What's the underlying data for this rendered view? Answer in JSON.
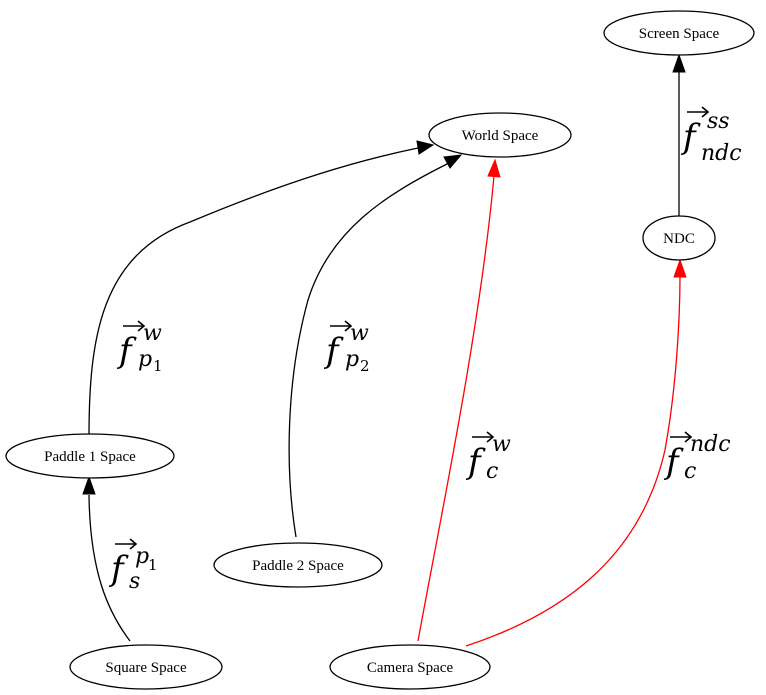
{
  "nodes": {
    "screen_space": "Screen Space",
    "world_space": "World Space",
    "ndc": "NDC",
    "paddle1_space": "Paddle 1 Space",
    "paddle2_space": "Paddle 2 Space",
    "square_space": "Square Space",
    "camera_space": "Camera Space"
  },
  "edges": [
    {
      "from": "Square Space",
      "to": "Paddle 1 Space",
      "label": {
        "base": "f",
        "sup": "p",
        "sup_sub": "1",
        "sub": "s"
      },
      "color": "#000000"
    },
    {
      "from": "Paddle 1 Space",
      "to": "World Space",
      "label": {
        "base": "f",
        "sup": "w",
        "sub": "p",
        "sub_sub": "1"
      },
      "color": "#000000"
    },
    {
      "from": "Paddle 2 Space",
      "to": "World Space",
      "label": {
        "base": "f",
        "sup": "w",
        "sub": "p",
        "sub_sub": "2"
      },
      "color": "#000000"
    },
    {
      "from": "Camera Space",
      "to": "World Space",
      "label": {
        "base": "f",
        "sup": "w",
        "sub": "c"
      },
      "color": "#ff0000"
    },
    {
      "from": "Camera Space",
      "to": "NDC",
      "label": {
        "base": "f",
        "sup": "ndc",
        "sub": "c"
      },
      "color": "#ff0000"
    },
    {
      "from": "NDC",
      "to": "Screen Space",
      "label": {
        "base": "f",
        "sup": "ss",
        "sub": "ndc"
      },
      "color": "#000000"
    }
  ]
}
